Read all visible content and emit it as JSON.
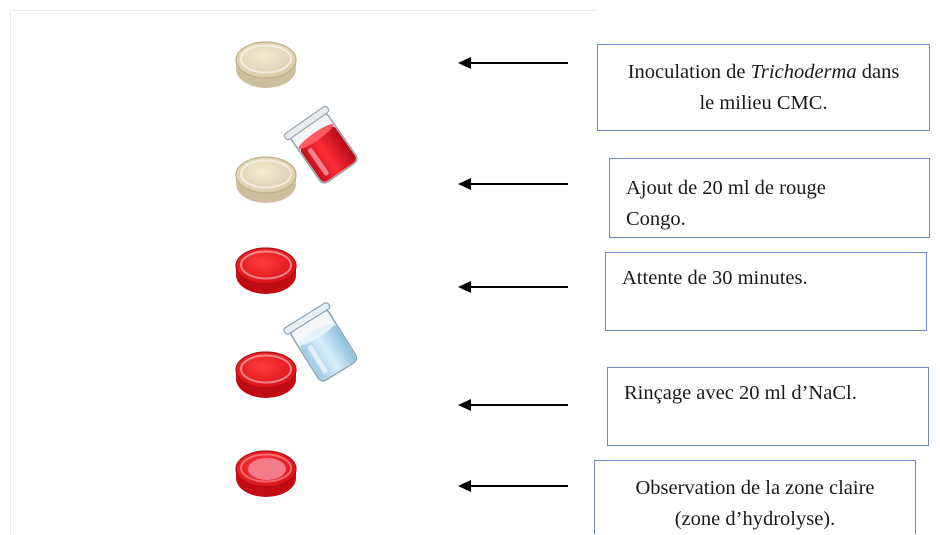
{
  "steps": [
    {
      "id": "inoculation",
      "pre": "Inoculation de ",
      "italic": "Trichoderma",
      "post": " dans",
      "line2": "le milieu CMC."
    },
    {
      "id": "congo",
      "line1": "Ajout de 20 ml de rouge",
      "line2": "Congo."
    },
    {
      "id": "wait",
      "line1": "Attente de 30 minutes."
    },
    {
      "id": "rinse",
      "line1": "Rinçage avec 20 ml d’NaCl."
    },
    {
      "id": "observe",
      "line1": "Observation de la zone claire",
      "line2": "(zone d’hydrolyse)."
    }
  ],
  "icons": {
    "dish_medium": "petri-dish-cmc",
    "dish_red": "petri-dish-congo-red",
    "dish_observed": "petri-dish-clear-zone",
    "beaker_red": "beaker-congo-red",
    "beaker_blue": "beaker-nacl"
  },
  "colors": {
    "medium": "#e9dcc0",
    "congo_red": "#ee1c24",
    "clear_zone": "#f47b8a",
    "nacl": "#bfe0f2",
    "box_border": "#6f87c4"
  }
}
